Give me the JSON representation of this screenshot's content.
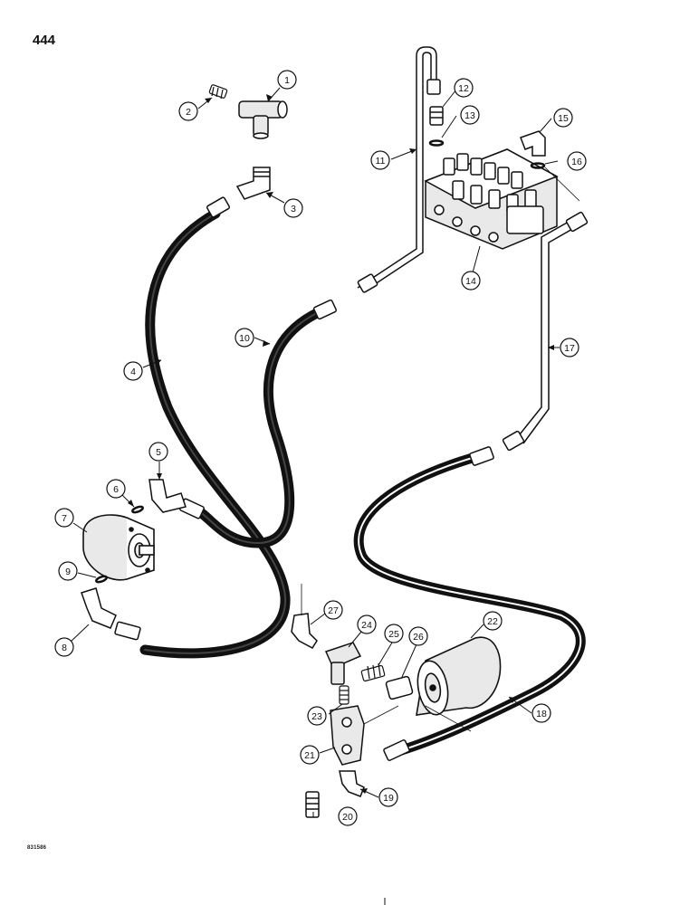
{
  "page_number": "444",
  "reference_code": "831586",
  "callouts": [
    "1",
    "2",
    "3",
    "4",
    "5",
    "6",
    "7",
    "8",
    "9",
    "10",
    "11",
    "12",
    "13",
    "14",
    "15",
    "16",
    "17",
    "18",
    "19",
    "20",
    "21",
    "22",
    "23",
    "24",
    "25",
    "26",
    "27"
  ],
  "colors": {
    "ink": "#111111",
    "paper": "#ffffff",
    "part_fill": "#e9e9e9"
  }
}
